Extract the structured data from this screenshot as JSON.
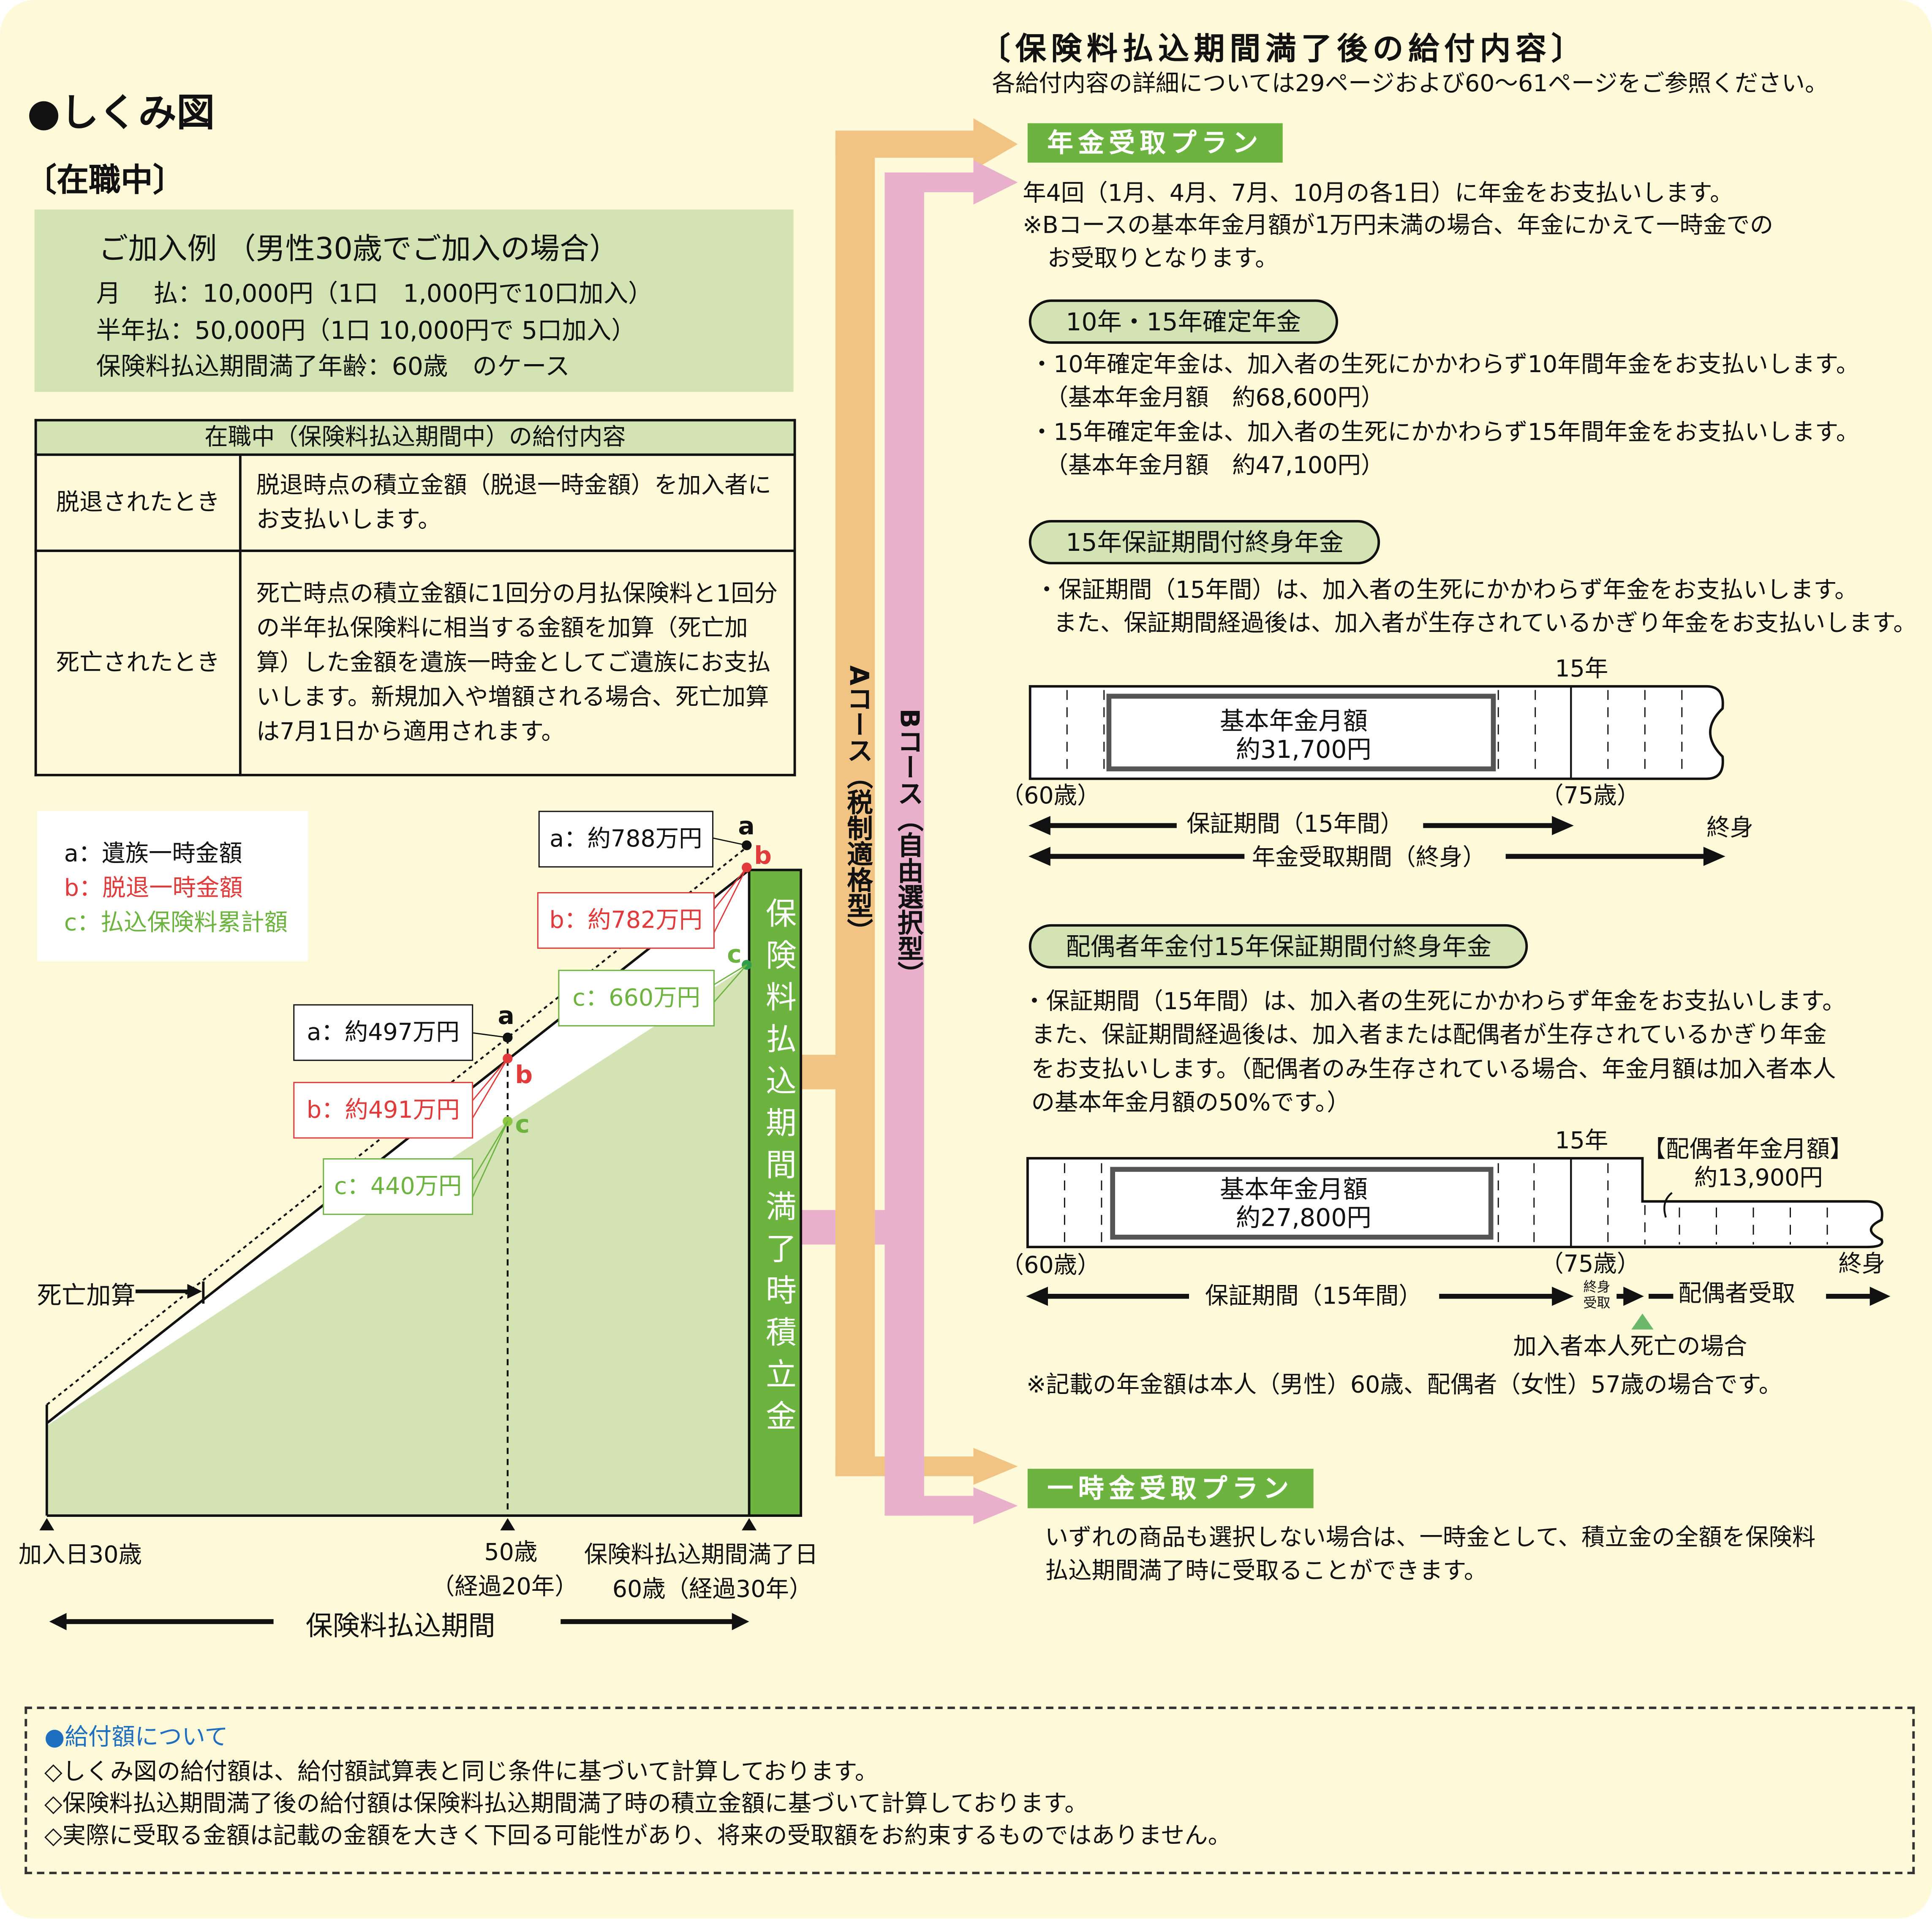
{
  "title": "●しくみ図",
  "section": "〔在職中〕",
  "example": {
    "title": "ご加入例 （男性30歳でご加入の場合）",
    "lines": [
      "月　 払：10,000円（1口　1,000円で10口加入）",
      "半年払：50,000円（1口 10,000円で 5口加入）",
      "保険料払込期間満了年齢：60歳　のケース"
    ]
  },
  "table": {
    "header": "在職中（保険料払込期間中）の給付内容",
    "rows": [
      {
        "label": "脱退されたとき",
        "text": "脱退時点の積立金額（脱退一時金額）を加入者にお支払いします。"
      },
      {
        "label": "死亡されたとき",
        "text": "死亡時点の積立金額に1回分の月払保険料と1回分の半年払保険料に相当する金額を加算（死亡加算）した金額を遺族一時金としてご遺族にお支払いします。新規加入や増額される場合、死亡加算は7月1日から適用されます。"
      }
    ]
  },
  "legend": {
    "a": "a：遺族一時金額",
    "b": "b：脱退一時金額",
    "c": "c：払込保険料累計額"
  },
  "chart": {
    "a60": "a：約788万円",
    "b60": "b：約782万円",
    "c60": "c：660万円",
    "a50": "a：約497万円",
    "b50": "b：約491万円",
    "c50": "c：440万円",
    "la": "a",
    "lb": "b",
    "lc": "c",
    "death_add": "死亡加算",
    "bar": "保険料払込期間満了時積立金",
    "x0": "加入日30歳",
    "x50": "50歳",
    "x50b": "（経過20年）",
    "x60": "保険料払込期間満了日",
    "x60b": "60歳（経過30年）",
    "period": "保険料払込期間"
  },
  "colors": {
    "green": "#6cb33f",
    "light_green": "#d3e3b3",
    "orange": "#f2c484",
    "pink": "#e9b0cc",
    "red": "#e03a3a",
    "bg": "#fdf9d9"
  },
  "courses": {
    "a": "Aコース（税制適格型）",
    "b": "Bコース（自由選択型）"
  },
  "right": {
    "header": "〔保険料払込期間満了後の給付内容〕",
    "sub": "各給付内容の詳細については29ページおよび60～61ページをご参照ください。",
    "pension_plan": "年金受取プラン",
    "pension_l1": "年4回（1月、4月、7月、10月の各1日）に年金をお支払いします。",
    "pension_l2": "※Bコースの基本年金月額が1万円未満の場合、年金にかえて一時金での",
    "pension_l3": "お受取りとなります。",
    "fixed": {
      "title": "10年・15年確定年金",
      "l1": "・10年確定年金は、加入者の生死にかかわらず10年間年金をお支払いします。",
      "l2": "（基本年金月額　約68,600円）",
      "l3": "・15年確定年金は、加入者の生死にかかわらず15年間年金をお支払いします。",
      "l4": "（基本年金月額　約47,100円）"
    },
    "life": {
      "title": "15年保証期間付終身年金",
      "l1": "・保証期間（15年間）は、加入者の生死にかかわらず年金をお支払いします。",
      "l2": "また、保証期間経過後は、加入者が生存されているかぎり年金をお支払いします。",
      "y15": "15年",
      "box1": "基本年金月額",
      "box2": "約31,700円",
      "a60": "（60歳）",
      "a75": "（75歳）",
      "guar": "保証期間（15年間）",
      "life": "終身",
      "recv": "年金受取期間（終身）"
    },
    "spouse": {
      "title": "配偶者年金付15年保証期間付終身年金",
      "l1": "・保証期間（15年間）は、加入者の生死にかかわらず年金をお支払いします。",
      "l2": "また、保証期間経過後は、加入者または配偶者が生存されているかぎり年金",
      "l3": "をお支払いします。（配偶者のみ生存されている場合、年金月額は加入者本人",
      "l4": "の基本年金月額の50%です。）",
      "y15": "15年",
      "sp1": "【配偶者年金月額】",
      "sp2": "約13,900円",
      "box1": "基本年金月額",
      "box2": "約27,800円",
      "a60": "（60歳）",
      "a75": "（75歳）",
      "life": "終身",
      "guar": "保証期間（15年間）",
      "self1": "終身",
      "self2": "受取",
      "sprecv": "配偶者受取",
      "death": "加入者本人死亡の場合",
      "note": "※記載の年金額は本人（男性）60歳、配偶者（女性）57歳の場合です。"
    },
    "lump_plan": "一時金受取プラン",
    "lump_l1": "いずれの商品も選択しない場合は、一時金として、積立金の全額を保険料",
    "lump_l2": "払込期間満了時に受取ることができます。"
  },
  "footer": {
    "title": "●給付額について",
    "l1": "◇しくみ図の給付額は、給付額試算表と同じ条件に基づいて計算しております。",
    "l2": "◇保険料払込期間満了後の給付額は保険料払込期間満了時の積立金額に基づいて計算しております。",
    "l3": "◇実際に受取る金額は記載の金額を大きく下回る可能性があり、将来の受取額をお約束するものではありません。"
  }
}
